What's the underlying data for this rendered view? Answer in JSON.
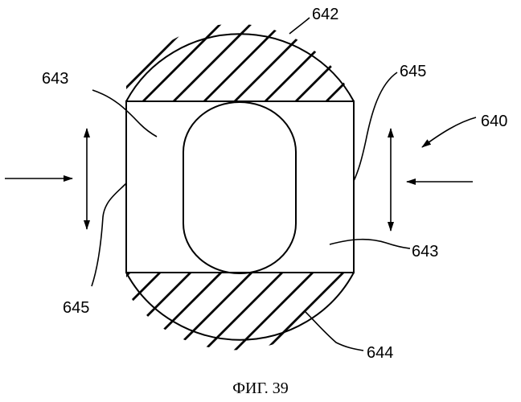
{
  "labels": {
    "ref_642": "642",
    "ref_643_upper_left": "643",
    "ref_643_lower_right": "643",
    "ref_645_upper_right": "645",
    "ref_645_lower_left": "645",
    "ref_640": "640",
    "ref_644": "644"
  },
  "caption": "ФИГ. 39"
}
